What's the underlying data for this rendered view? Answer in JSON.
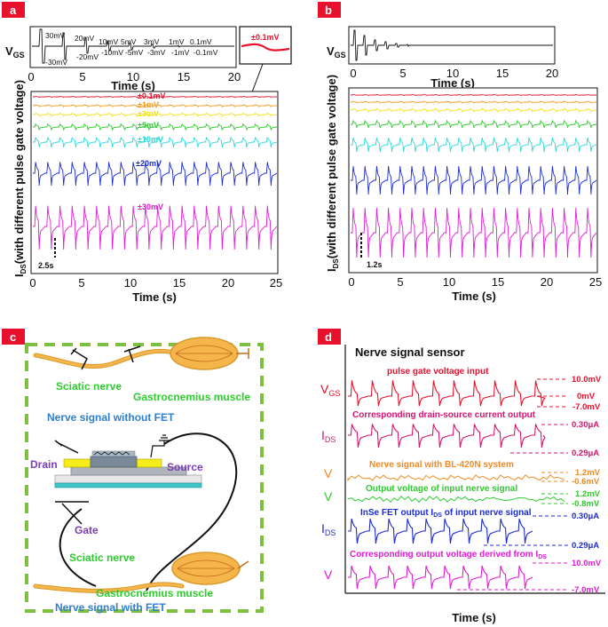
{
  "panels": {
    "a": {
      "letter": "a",
      "vgs_label": "V",
      "vgs_sub": "GS",
      "inset_label": "±0.1mV",
      "time_label_top": "Time (s)",
      "time_label_bottom": "Time (s)",
      "ids_label": "I",
      "ids_sub": "DS",
      "ids_label_rest": "(with different pulse gate voltage)",
      "scale_bar": "2.5s",
      "top_pos_labels": [
        "30mV",
        "20mV",
        "10mV",
        "5mV",
        "3mV",
        "1mV",
        "0.1mV"
      ],
      "top_neg_labels": [
        "-30mV",
        "-20mV",
        "-10mV",
        "-5mV",
        "-3mV",
        "-1mV",
        "-0.1mV"
      ],
      "trace_labels": [
        "±0.1mV",
        "±1mV",
        "±3mV",
        "±5mV",
        "±10mV",
        "±20mV",
        "±30mV"
      ],
      "top_ticks": [
        "0",
        "5",
        "10",
        "15",
        "20"
      ],
      "bottom_ticks": [
        "0",
        "5",
        "10",
        "15",
        "20",
        "25"
      ]
    },
    "b": {
      "letter": "b",
      "vgs_label": "V",
      "vgs_sub": "GS",
      "time_label_top": "Time (s)",
      "time_label_bottom": "Time (s)",
      "ids_label": "I",
      "ids_sub": "DS",
      "ids_label_rest": "(with different pulse gate voltage)",
      "scale_bar": "1.2s",
      "top_ticks": [
        "0",
        "5",
        "10",
        "15",
        "20"
      ],
      "bottom_ticks": [
        "0",
        "5",
        "10",
        "15",
        "20",
        "25"
      ]
    },
    "c": {
      "letter": "c",
      "sciatic_top": "Sciatic nerve",
      "gastro_top": "Gastrocnemius muscle",
      "caption_top": "Nerve signal without FET",
      "drain": "Drain",
      "source": "Source",
      "gate": "Gate",
      "sciatic_bottom": "Sciatic nerve",
      "gastro_bottom": "Gastrocnemius muscle",
      "caption_bottom": "Nerve signal with FET"
    },
    "d": {
      "letter": "d",
      "title": "Nerve signal sensor",
      "rows": [
        {
          "label": "V",
          "sub": "GS",
          "caption": "pulse gate voltage input",
          "color": "#e8112d",
          "values": [
            "10.0mV",
            "0mV",
            "-7.0mV"
          ]
        },
        {
          "label": "I",
          "sub": "DS",
          "caption": "Corresponding drain-source current output",
          "color": "#d6146f",
          "values": [
            "0.30μA",
            "0.29μA"
          ]
        },
        {
          "label": "V",
          "sub": "",
          "caption": "Nerve signal with BL-420N system",
          "color": "#f08a24",
          "values": [
            "1.2mV",
            "-0.6mV"
          ]
        },
        {
          "label": "V",
          "sub": "",
          "caption": "Output voltage of input nerve signal",
          "color": "#2ecc2e",
          "values": [
            "1.2mV",
            "-0.8mV"
          ]
        },
        {
          "label": "I",
          "sub": "DS",
          "caption_pre": "InSe FET output I",
          "caption_sub": "DS",
          "caption_post": " of input nerve signal",
          "color": "#1b2bd6",
          "values": [
            "0.30μA",
            "0.29μA"
          ]
        },
        {
          "label": "V",
          "sub": "",
          "caption_pre": "Corresponding output voltage derived from I",
          "caption_sub": "DS",
          "caption_post": "",
          "color": "#e21bd6",
          "values": [
            "10.0mV",
            "-7.0mV"
          ]
        }
      ],
      "xlabel": "Time (s)"
    }
  },
  "colors": {
    "red": "#e8112d",
    "orange": "#f59a1c",
    "yellow": "#f2e21b",
    "green": "#2ecc2e",
    "cyan": "#2bd8dc",
    "blue": "#1b2bd6",
    "magenta": "#e21bd6",
    "panel_bg": "#e8112d",
    "dash_green": "#7fbf3f",
    "nerve": "#f5b54a"
  }
}
